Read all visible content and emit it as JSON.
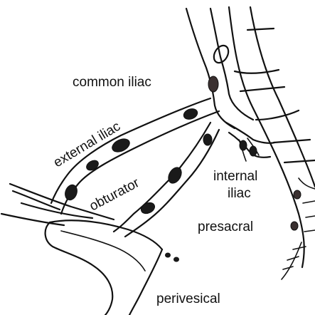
{
  "labels": {
    "common_iliac": "common iliac",
    "external_iliac": "external  iliac",
    "obturator": "obturator",
    "internal_iliac_line1": "internal",
    "internal_iliac_line2": "iliac",
    "presacral": "presacral",
    "perivesical": "perivesical"
  },
  "colors": {
    "ink": "#111111",
    "background": "#ffffff",
    "node": "#1a1a1a"
  }
}
